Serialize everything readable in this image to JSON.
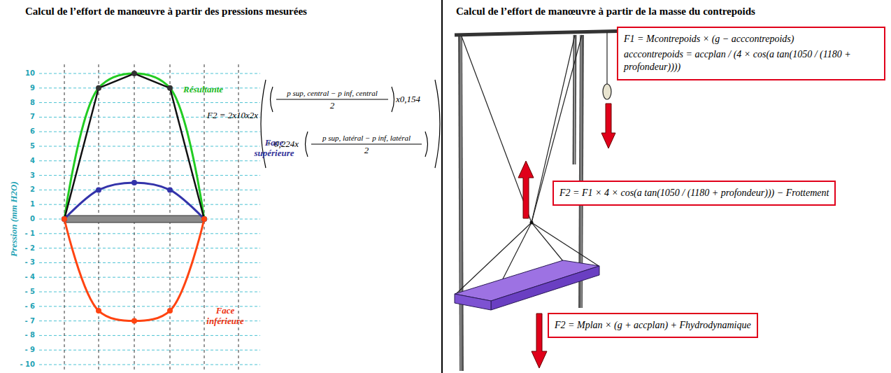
{
  "diagram": {
    "nodes": [
      {
        "text": [
          "F1 = Mcontrepoids × (g − acccontrepoids)",
          "acccontrepoids = accplan / (4 × cos(a tan(1050 / (1180 + profondeur))))"
        ]
      },
      {
        "text": [
          "F2 = F1 × 4 × cos(a tan(1050 / (1180 + profondeur))) − Frottement"
        ]
      },
      {
        "text": [
          "F2 = Mplan × (g + accplan) + Fhydrodynamique"
        ]
      }
    ],
    "edges": [],
    "labels": [
      "Calcul de l’effort de manœuvre à partir des pressions mesurées",
      "Calcul de l’effort de manœuvre à partir de la masse du contrepoids",
      "10",
      "9",
      "8",
      "7",
      "6",
      "5",
      "4",
      "3",
      "2",
      "1",
      "0",
      "- 1",
      "- 2",
      "- 3",
      "- 4",
      "- 5",
      "- 6",
      "- 7",
      "- 8",
      "- 9",
      "- 10",
      "Pression (mm H2O)",
      "Résultante",
      "Face supérieure",
      "Face inférieure",
      "F2 = 2x10x2x",
      "p sup, central − p inf, central",
      "2",
      "x0,154",
      "+ 0,224x",
      "p sup, latéral − p inf, latéral",
      "2"
    ]
  }
}
